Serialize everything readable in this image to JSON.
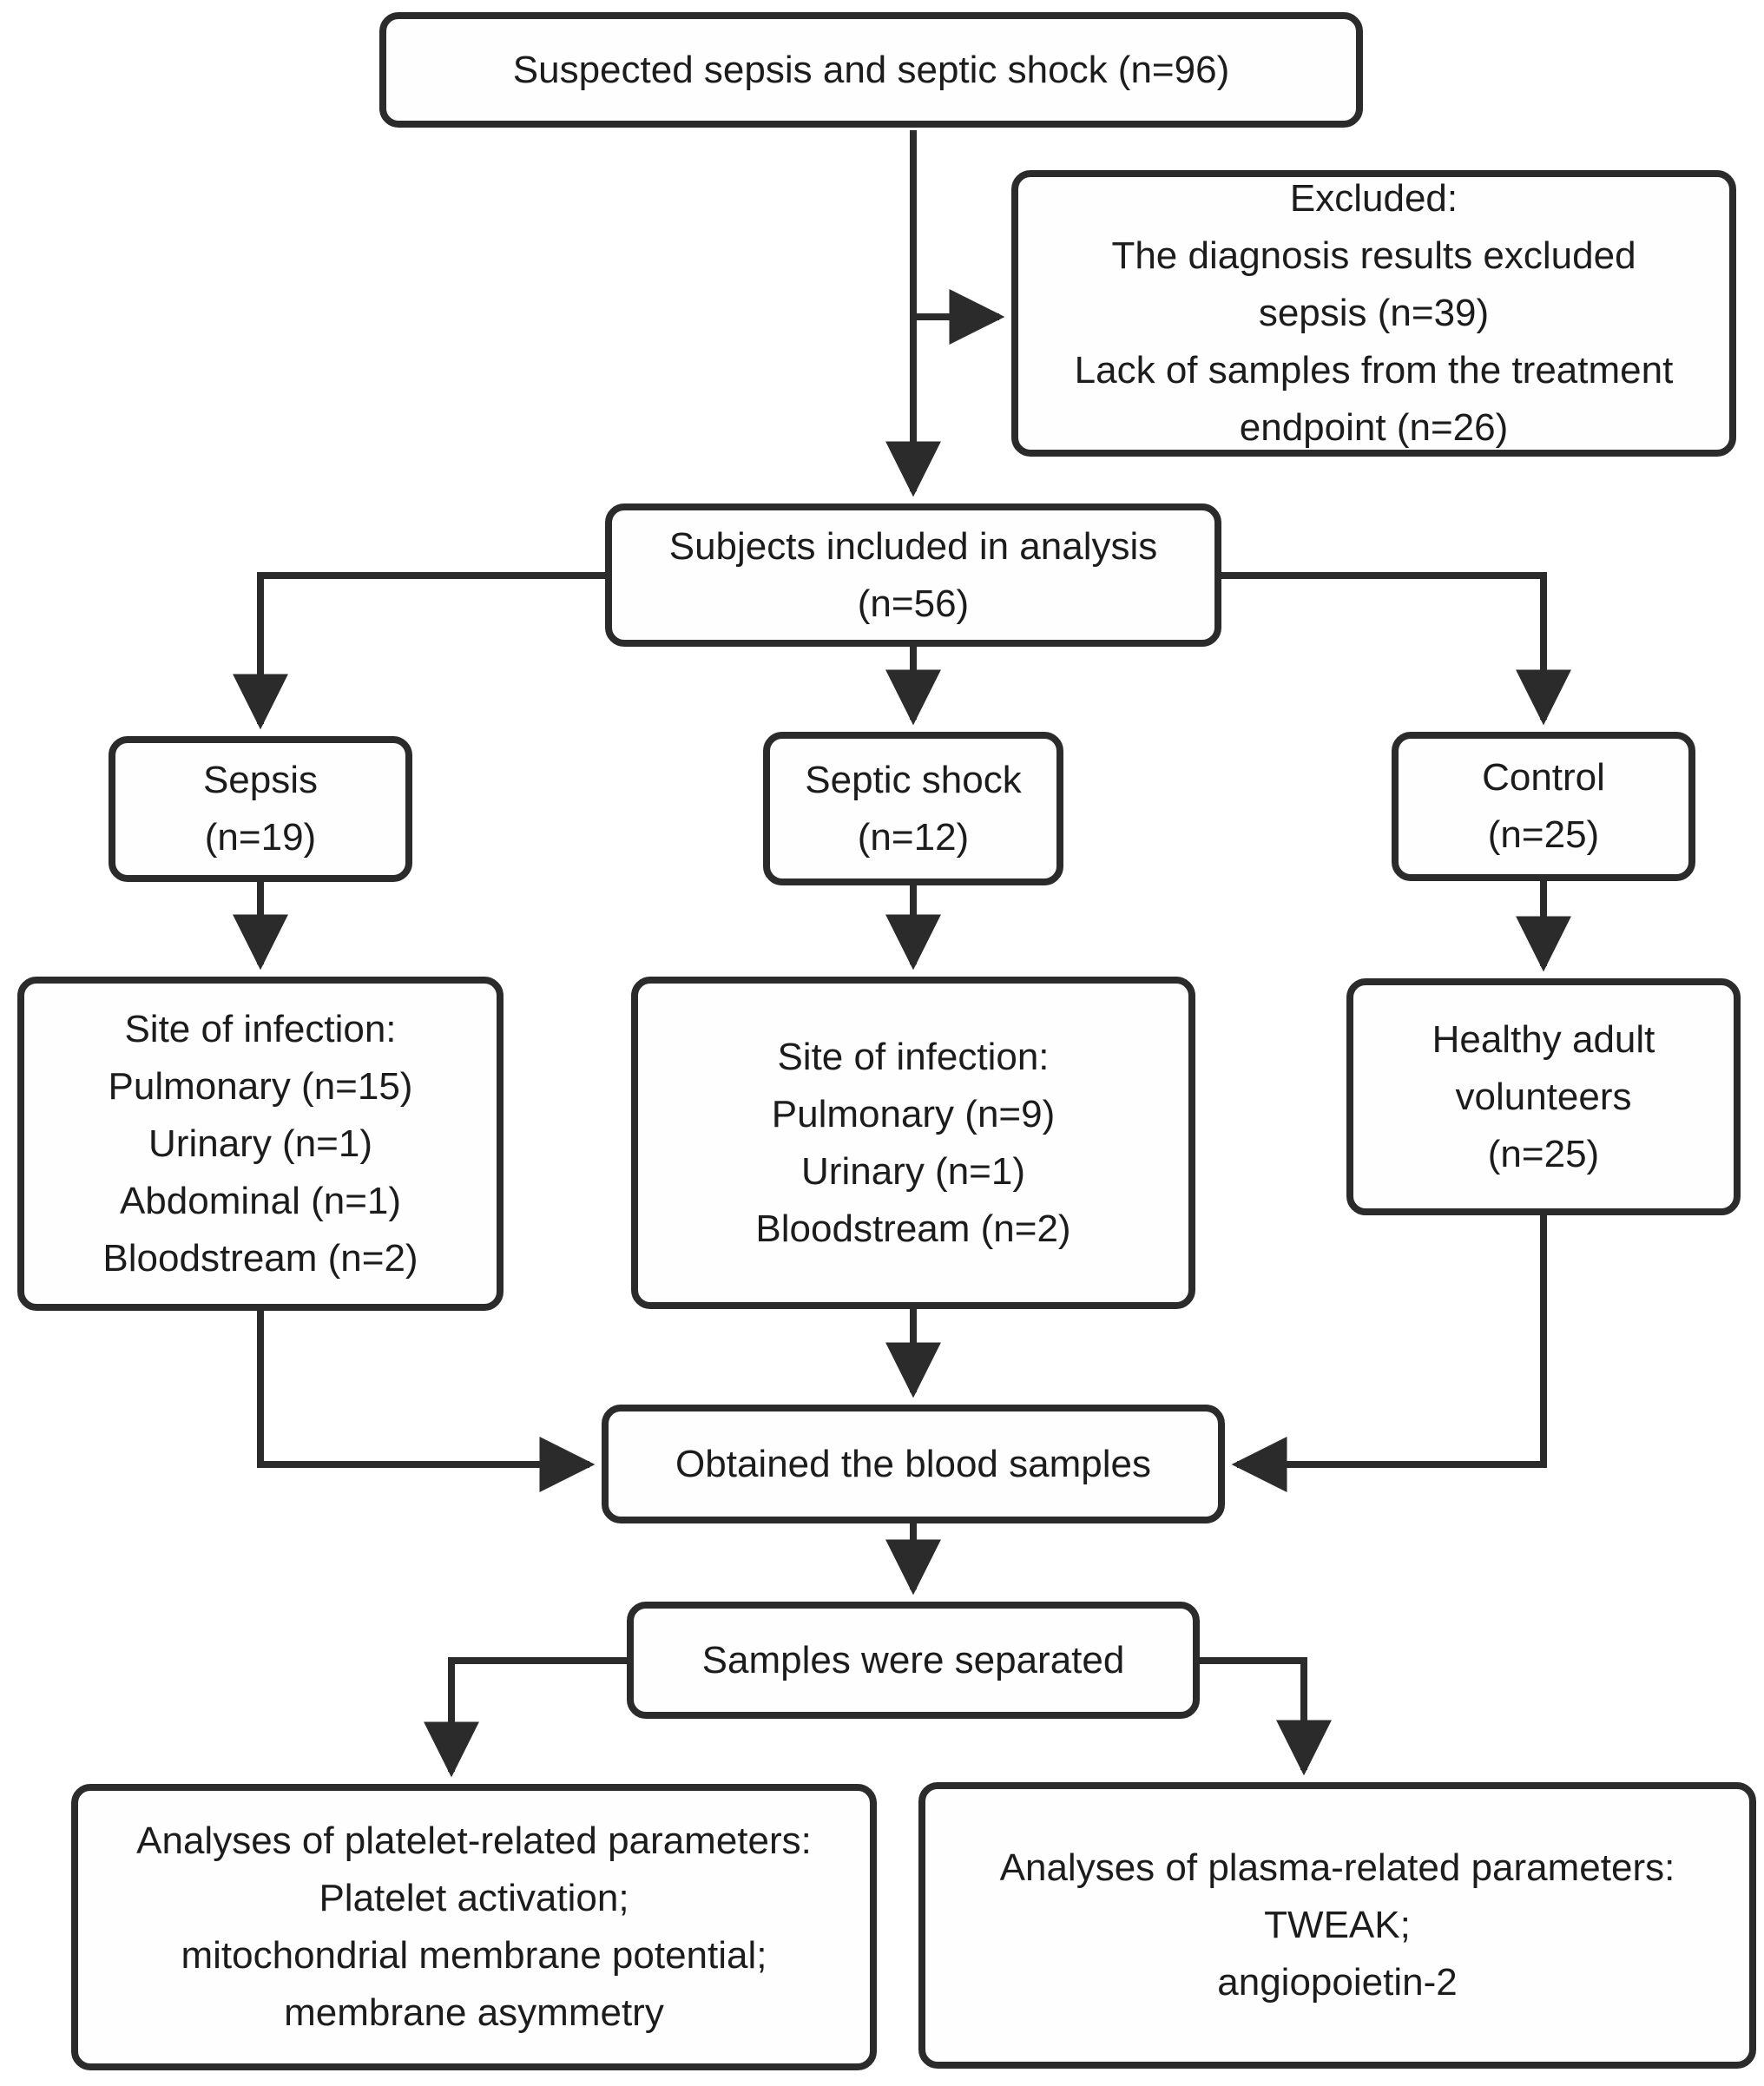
{
  "figure": {
    "type": "flowchart",
    "background_color": "#ffffff",
    "line_color": "#2b2b2b",
    "text_color": "#1c1c1c"
  },
  "nodes": {
    "suspected": {
      "lines": [
        "Suspected sepsis and septic shock (n=96)"
      ]
    },
    "excluded": {
      "lines": [
        "Excluded:",
        "The diagnosis results excluded",
        "sepsis (n=39)",
        "Lack of samples from the treatment",
        "endpoint (n=26)"
      ]
    },
    "subjects": {
      "lines": [
        "Subjects included in analysis",
        "(n=56)"
      ]
    },
    "sepsis": {
      "lines": [
        "Sepsis",
        "(n=19)"
      ]
    },
    "septic_shock": {
      "lines": [
        "Septic shock",
        "(n=12)"
      ]
    },
    "control": {
      "lines": [
        "Control",
        "(n=25)"
      ]
    },
    "site_sepsis": {
      "lines": [
        "Site of infection:",
        "Pulmonary (n=15)",
        "Urinary (n=1)",
        "Abdominal (n=1)",
        "Bloodstream (n=2)"
      ]
    },
    "site_septic_shock": {
      "lines": [
        "Site of infection:",
        "Pulmonary (n=9)",
        "Urinary (n=1)",
        "Bloodstream (n=2)"
      ]
    },
    "healthy": {
      "lines": [
        "Healthy adult",
        "volunteers",
        "(n=25)"
      ]
    },
    "obtained": {
      "lines": [
        "Obtained the blood samples"
      ]
    },
    "separated": {
      "lines": [
        "Samples were separated"
      ]
    },
    "platelet": {
      "lines": [
        "Analyses of platelet-related parameters:",
        "Platelet activation;",
        "mitochondrial membrane potential;",
        "membrane asymmetry"
      ]
    },
    "plasma": {
      "lines": [
        "Analyses of plasma-related parameters:",
        "TWEAK;",
        "angiopoietin-2"
      ]
    }
  },
  "edges": [
    {
      "from": "suspected",
      "to": "subjects"
    },
    {
      "from": "suspected",
      "to": "excluded"
    },
    {
      "from": "subjects",
      "to": "sepsis"
    },
    {
      "from": "subjects",
      "to": "septic_shock"
    },
    {
      "from": "subjects",
      "to": "control"
    },
    {
      "from": "sepsis",
      "to": "site_sepsis"
    },
    {
      "from": "septic_shock",
      "to": "site_septic_shock"
    },
    {
      "from": "control",
      "to": "healthy"
    },
    {
      "from": "site_sepsis",
      "to": "obtained"
    },
    {
      "from": "site_septic_shock",
      "to": "obtained"
    },
    {
      "from": "healthy",
      "to": "obtained"
    },
    {
      "from": "obtained",
      "to": "separated"
    },
    {
      "from": "separated",
      "to": "platelet"
    },
    {
      "from": "separated",
      "to": "plasma"
    }
  ]
}
